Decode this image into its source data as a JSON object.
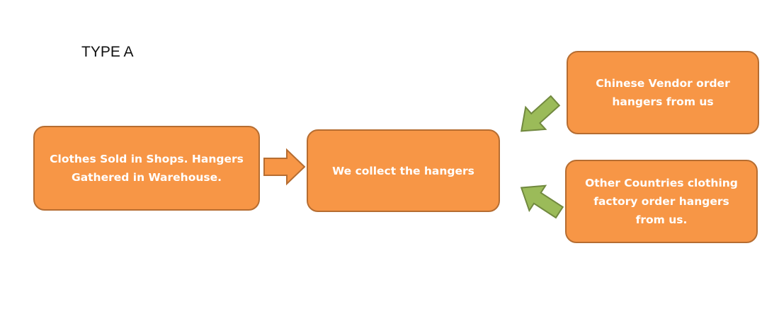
{
  "title": "TYPE A",
  "nodes": {
    "source": "Clothes Sold in Shops.  Hangers Gathered in Warehouse.",
    "collect": "We collect the hangers",
    "chinese_vendor": "Chinese Vendor order hangers from us",
    "other_countries": "Other Countries clothing factory order hangers from us."
  },
  "colors": {
    "box_fill": "#F79646",
    "box_border": "#B66D31",
    "green_arrow": "#9BBB59",
    "green_border": "#71893F"
  }
}
